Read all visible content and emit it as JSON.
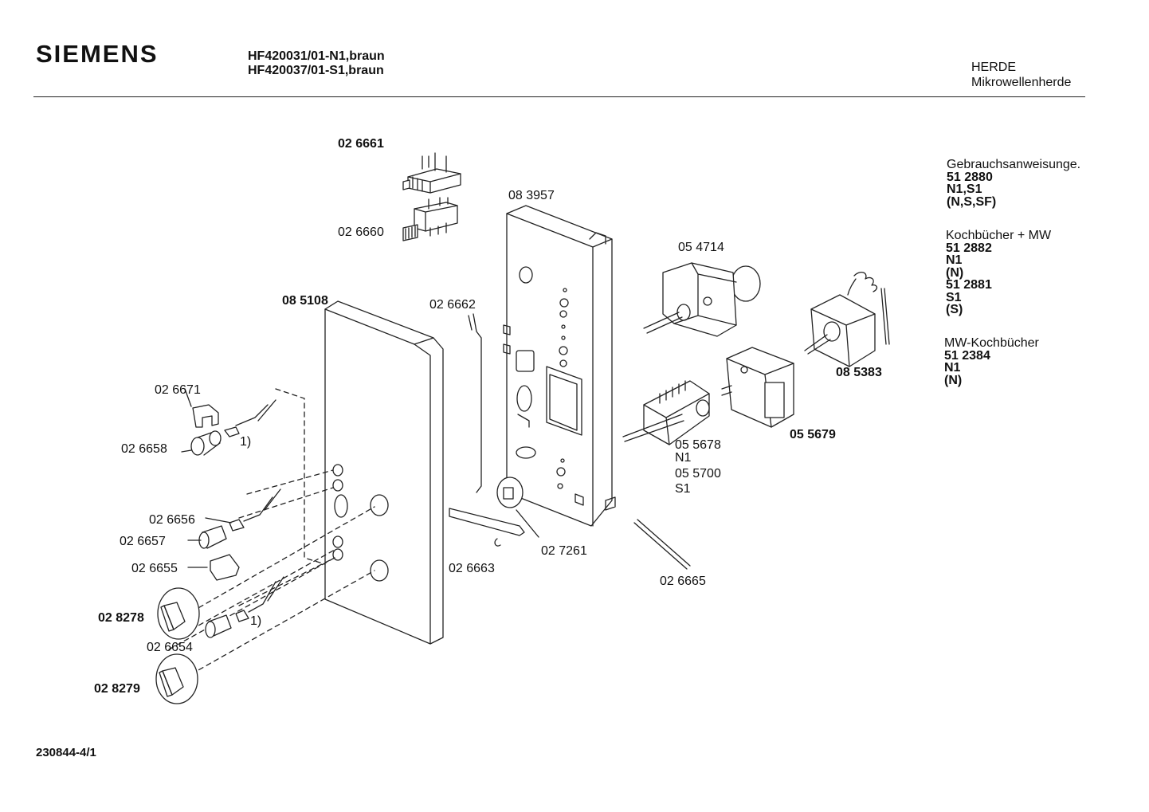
{
  "header": {
    "brand": "SIEMENS",
    "models": [
      "HF420031/01-N1,braun",
      "HF420037/01-S1,braun"
    ],
    "category": [
      "HERDE",
      "Mikrowellenherde"
    ]
  },
  "footer": {
    "doc_number": "230844-4/1"
  },
  "parts": {
    "p026661": "02 6661",
    "p026660": "02 6660",
    "p083957": "08 3957",
    "p054714": "05 4714",
    "p085108": "08 5108",
    "p026662": "02 6662",
    "p026671": "02 6671",
    "p026658": "02 6658",
    "note1a": "1)",
    "p026656": "02 6656",
    "p026657": "02 6657",
    "p026655": "02 6655",
    "p028278": "02 8278",
    "p026654": "02 6654",
    "note1b": "1)",
    "p028279": "02 8279",
    "p026663": "02 6663",
    "p027261": "02 7261",
    "p026665": "02 6665",
    "p055678": "05 5678",
    "v_n1": "N1",
    "p055700": "05 5700",
    "v_s1": "S1",
    "p055679": "05 5679",
    "p085383": "08 5383"
  },
  "sidebar": {
    "b1_title": "Gebrauchsanweisunge.",
    "b1_num": "51 2880",
    "b1_var": "N1,S1",
    "b1_lang": "(N,S,SF)",
    "b2_title": "Kochbücher + MW",
    "b2_num1": "51 2882",
    "b2_var1": "N1",
    "b2_lang1": "(N)",
    "b2_num2": "51 2881",
    "b2_var2": "S1",
    "b2_lang2": "(S)",
    "b3_title": "MW-Kochbücher",
    "b3_num": "51 2384",
    "b3_var": "N1",
    "b3_lang": "(N)"
  }
}
